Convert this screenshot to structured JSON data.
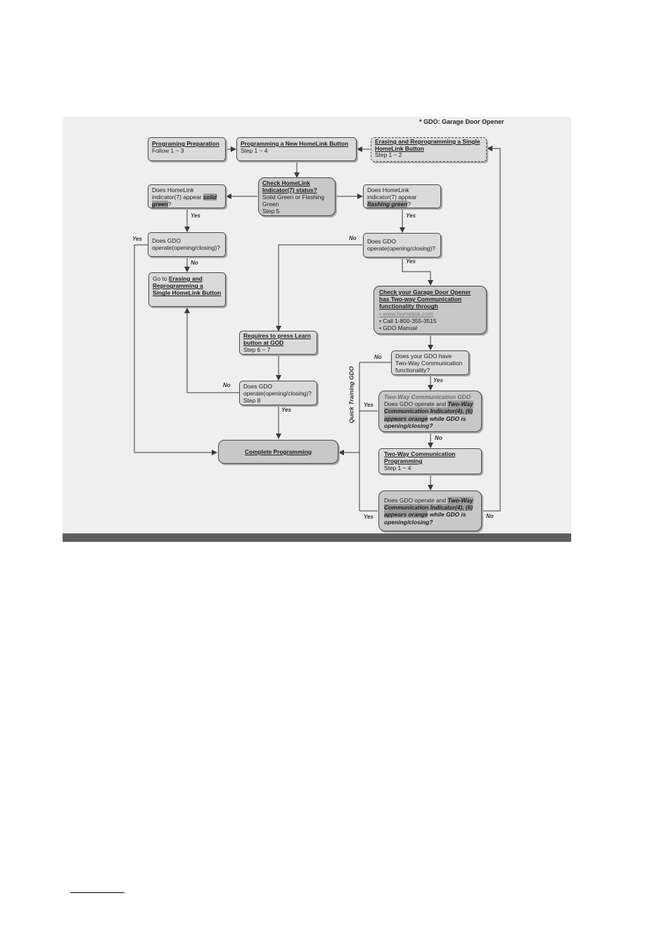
{
  "note": "* GDO: Garage Door Opener",
  "side_label": "Quick Training GDO",
  "boxes": {
    "prep": {
      "title": "Programing Preparation",
      "sub": "Follow 1 ~ 3"
    },
    "new_button": {
      "title": "Programming a New HomeLink Button",
      "sub": "Step 1 ~ 4"
    },
    "erase": {
      "title": "Erasing and Reprogramming a Single HomeLink Button",
      "sub": "Step 1 ~ 2"
    },
    "check": {
      "title": "Check HomeLink Indicator(7) status?",
      "line1": "Solid Green or Flashing Green",
      "line2": "Step 5"
    },
    "solid": {
      "pre": "Does HomeLink indicator(7) appear ",
      "hl": "solid green",
      "post": "?"
    },
    "flash": {
      "pre": "Does HomeLink indicator(7) appear ",
      "hl": "flashing green",
      "post": "?"
    },
    "gdo_left": {
      "text": "Does GDO operate(opening/closing)?"
    },
    "gdo_right": {
      "text": "Does GDO operate(opening/closing)?"
    },
    "goto": {
      "pre": "Go to ",
      "link": "Erasing and Reprogramming a Single HomeLink Button"
    },
    "check_gdo": {
      "title": "Check your Garage Door Opener has Two-way Communication functionality through",
      "b1": "• www.homelink.com",
      "b2": "• Call 1-800-355-3515",
      "b3": "• GDO Manual"
    },
    "learn": {
      "title": "Requires to press Learn button at GOD",
      "sub": "Step 6 ~ 7"
    },
    "two_way_q": {
      "text": "Does your GDO have Two-Way Communication functionality?"
    },
    "gdo_step8": {
      "text": "Does GDO operate(opening/closing)?",
      "sub": "Step 8"
    },
    "twc_gdo": {
      "title": "Two-Way Communication GDO",
      "pre": "Does GDO operate and ",
      "hl": "Two-Way Communication Indicator(4), (6) appears orange",
      "post": " while GDO is opening/closing?"
    },
    "complete": {
      "title": "Complete Programming"
    },
    "twc_prog": {
      "title": "Two-Way Communication Programming",
      "sub": "Step 1 ~ 4"
    },
    "final_q": {
      "pre": "Does GDO operate and ",
      "hl": "Two-Way Communication Indicator(4), (6) appears orange",
      "post": " while GDO is opening/closing?"
    }
  },
  "labels": {
    "yes": "Yes",
    "no": "No"
  }
}
